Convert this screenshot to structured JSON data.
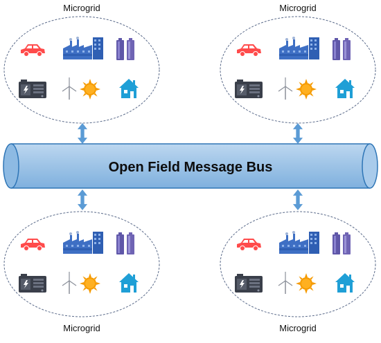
{
  "bus": {
    "label": "Open Field Message Bus"
  },
  "microgrids": [
    {
      "label": "Microgrid"
    },
    {
      "label": "Microgrid"
    },
    {
      "label": "Microgrid"
    },
    {
      "label": "Microgrid"
    }
  ],
  "icons": [
    "car-icon",
    "factory-icon",
    "battery-icon",
    "generator-icon",
    "wind-turbine-icon",
    "sun-icon",
    "house-icon"
  ],
  "colors": {
    "bus_fill": "#9dc3e6",
    "bus_stroke": "#2e75b6",
    "arrow": "#5b9bd5",
    "car": "#ff4b4b",
    "factory": "#3e6fc4",
    "battery": "#6f64b4",
    "generator": "#3a3f4a",
    "sun": "#f59a00",
    "house": "#1f9fd6"
  }
}
